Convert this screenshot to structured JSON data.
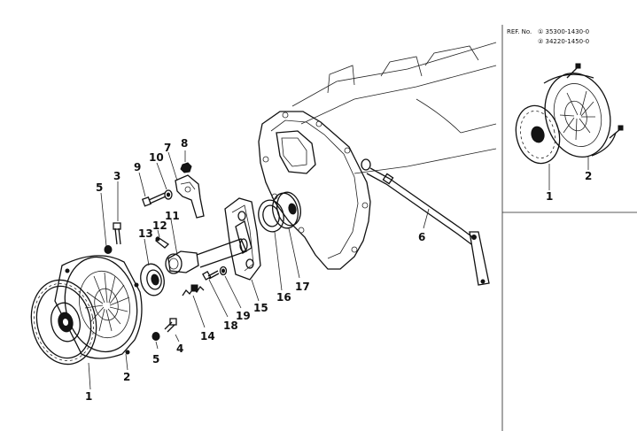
{
  "reference": {
    "heading": "REF. No.",
    "part_1": "① 35300-1430-0",
    "part_2": "② 34220-1450-0"
  },
  "callouts": {
    "c1": "1",
    "c2": "2",
    "c3": "3",
    "c4": "4",
    "c5a": "5",
    "c5b": "5",
    "c6": "6",
    "c7": "7",
    "c8": "8",
    "c9": "9",
    "c10": "10",
    "c11": "11",
    "c12": "12",
    "c13": "13",
    "c14": "14",
    "c15": "15",
    "c16": "16",
    "c17": "17",
    "c18": "18",
    "c19": "19"
  },
  "inset_callouts": {
    "i1": "1",
    "i2": "2"
  }
}
